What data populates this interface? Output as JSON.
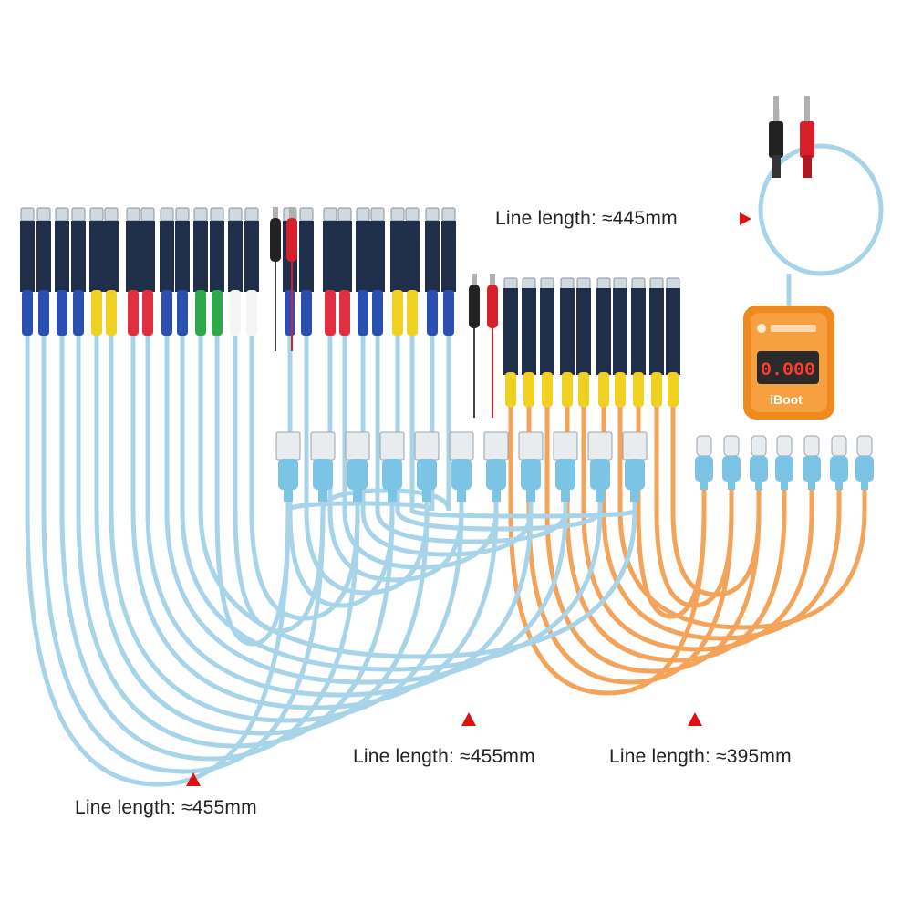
{
  "captions": {
    "power_cable": "Line length: ≈445mm",
    "left_group": "Line length: ≈455mm",
    "middle_group": "Line length: ≈455mm",
    "right_group": "Line length: ≈395mm"
  },
  "device": {
    "display_value": "0.000",
    "brand": "iBoot"
  },
  "colors": {
    "cable_blue": "#a8d4ea",
    "cable_orange": "#f4a45a",
    "device_orange": "#f08a1e",
    "marker_red": "#e01010"
  }
}
